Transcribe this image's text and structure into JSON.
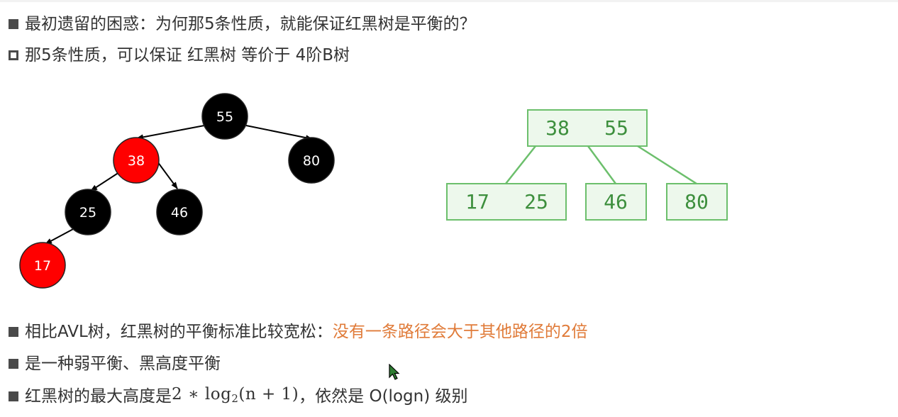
{
  "bullets": {
    "b1": "最初遗留的困惑：为何那5条性质，就能保证红黑树是平衡的？",
    "b2": "那5条性质，可以保证 红黑树 等价于 4阶B树",
    "b3_prefix": "相比AVL树，红黑树的平衡标准比较宽松：",
    "b3_highlight": "没有一条路径会大于其他路径的2倍",
    "b4": "是一种弱平衡、黑高度平衡",
    "b5_prefix": "红黑树的最大高度是 ",
    "b5_math_a": "2 ∗ log",
    "b5_math_sub": "2",
    "b5_math_b": "(n + 1)",
    "b5_suffix": " ，依然是 O(logn) 级别"
  },
  "rb_tree": {
    "nodes": [
      {
        "key": "55",
        "color": "black"
      },
      {
        "key": "38",
        "color": "red"
      },
      {
        "key": "80",
        "color": "black"
      },
      {
        "key": "25",
        "color": "black"
      },
      {
        "key": "46",
        "color": "black"
      },
      {
        "key": "17",
        "color": "red"
      }
    ]
  },
  "b_tree": {
    "root_keys": [
      "38",
      "55"
    ],
    "children": [
      [
        "17",
        "25"
      ],
      [
        "46"
      ],
      [
        "80"
      ]
    ]
  },
  "colors": {
    "red_node": "#ff0000",
    "black_node": "#000000",
    "btree_border": "#6cbf6c",
    "btree_fill": "#edf8ec",
    "btree_text": "#3d8f3d",
    "highlight": "#e07b39"
  }
}
